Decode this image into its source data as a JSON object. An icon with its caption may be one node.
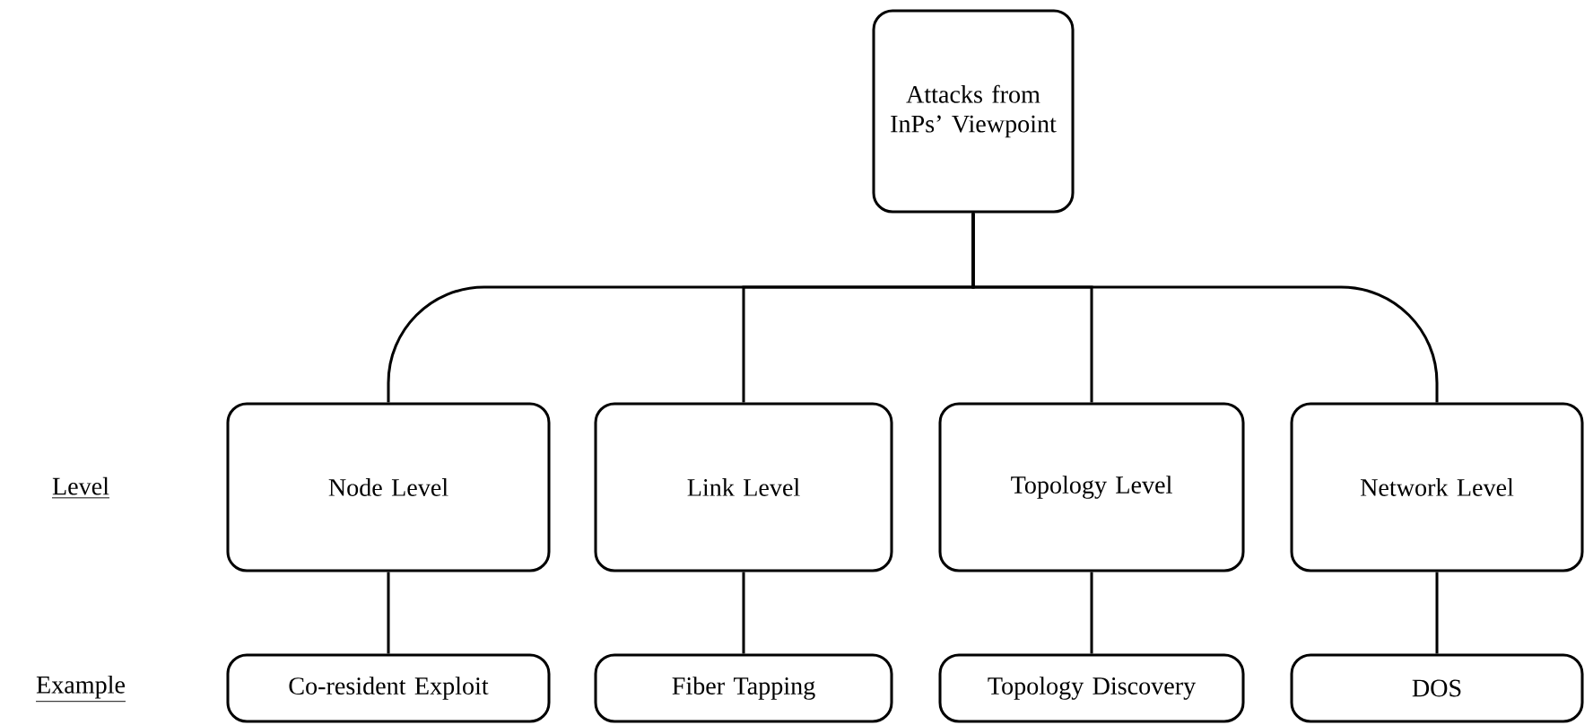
{
  "diagram": {
    "nodes": [
      {
        "text": [
          "Attacks from InPs’ Viewpoint"
        ]
      },
      {
        "text": [
          "Node Level"
        ]
      },
      {
        "text": [
          "Link Level"
        ]
      },
      {
        "text": [
          "Topology Level"
        ]
      },
      {
        "text": [
          "Network Level"
        ]
      },
      {
        "text": [
          "Co-resident Exploit"
        ]
      },
      {
        "text": [
          "Fiber Tapping"
        ]
      },
      {
        "text": [
          "Topology Discovery"
        ]
      },
      {
        "text": [
          "DOS"
        ]
      }
    ],
    "edges": [
      {
        "from": 0,
        "to": 1,
        "arrow": "none"
      },
      {
        "from": 0,
        "to": 2,
        "arrow": "none"
      },
      {
        "from": 0,
        "to": 3,
        "arrow": "none"
      },
      {
        "from": 0,
        "to": 4,
        "arrow": "none"
      },
      {
        "from": 1,
        "to": 5,
        "arrow": "none"
      },
      {
        "from": 2,
        "to": 6,
        "arrow": "none"
      },
      {
        "from": 3,
        "to": 7,
        "arrow": "none"
      },
      {
        "from": 4,
        "to": 8,
        "arrow": "none"
      }
    ],
    "labels": [
      "Level",
      "Example"
    ]
  }
}
